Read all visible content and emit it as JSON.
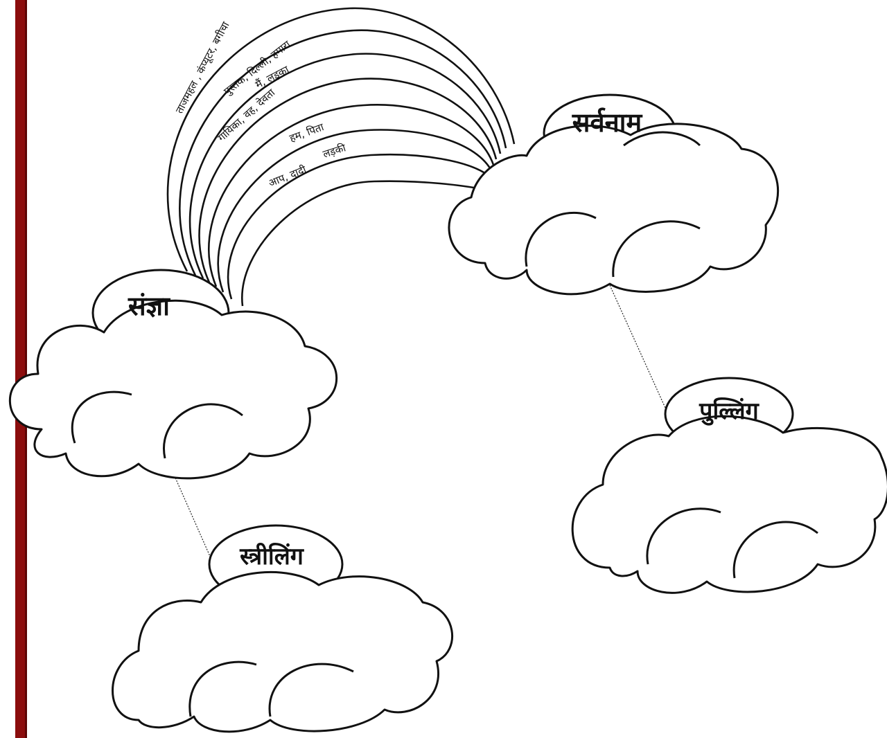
{
  "colors": {
    "margin_bar": "#8b0d0d",
    "margin_bar_edge": "#5c0505",
    "ink": "#111111"
  },
  "clouds": {
    "sangya": "संज्ञा",
    "sarvanam": "सर्वनाम",
    "pulling": "पुल्लिंग",
    "striling": "स्त्रीलिंग"
  },
  "rainbow_words": {
    "band_1": "ताजमहल ,  कंप्यूटर,      बगीचा",
    "band_2": "पुस्तक,  दिल्ली,     हमारा",
    "band_3": "मैं,           लड़का",
    "band_4": "गायिका,   वह,   देवता",
    "band_5": "हम,      पिता",
    "band_6": "लड़की",
    "band_7": "आप,      दादी"
  }
}
